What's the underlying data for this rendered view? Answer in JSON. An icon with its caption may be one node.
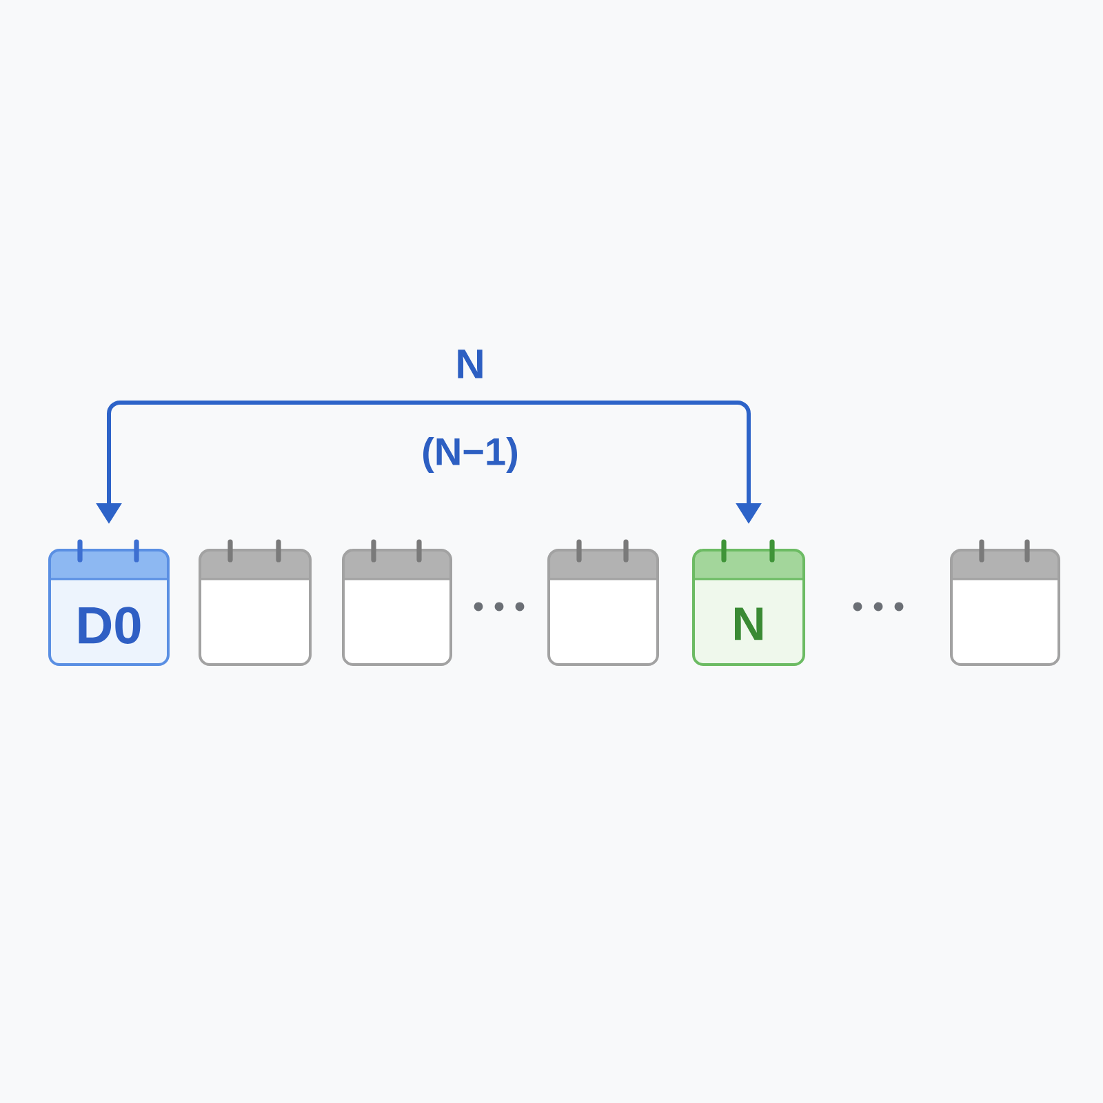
{
  "diagram": {
    "nodes": [
      {
        "text": [
          "D0"
        ]
      },
      {
        "text": [],
        "shape": "calendar"
      },
      {
        "text": [],
        "shape": "calendar"
      },
      {
        "text": [],
        "shape": "calendar"
      },
      {
        "text": [
          "N"
        ]
      },
      {
        "text": [],
        "shape": "calendar"
      }
    ],
    "edges": [
      {
        "from": 0,
        "to": 4,
        "arrow": "both",
        "label": "N"
      }
    ],
    "labels": [
      "(N−1)"
    ]
  }
}
